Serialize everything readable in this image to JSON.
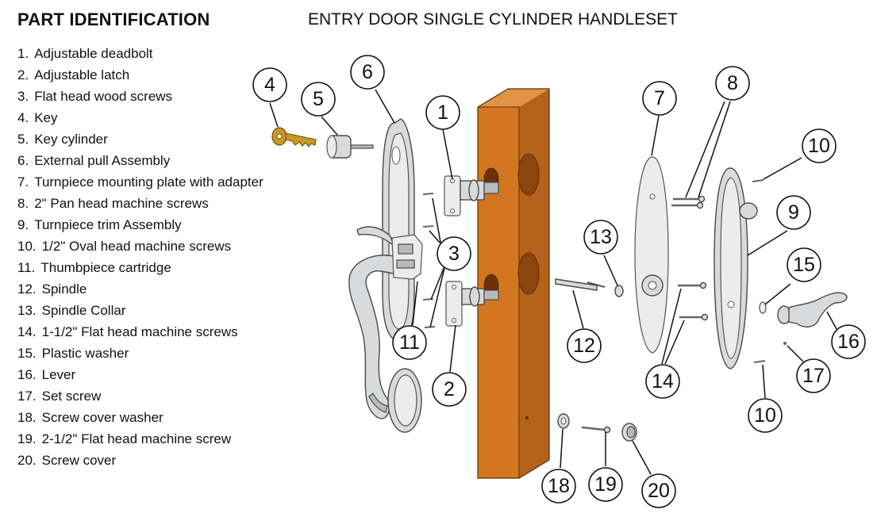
{
  "header": {
    "part_identification": "PART IDENTIFICATION",
    "diagram_title": "ENTRY DOOR SINGLE CYLINDER HANDLESET"
  },
  "colors": {
    "door_front": "#d2771f",
    "door_side": "#b5621a",
    "door_top": "#e29446",
    "key": "#c99a22",
    "metal": "#d9dadb"
  },
  "parts": [
    {
      "num": "1.",
      "label": "Adjustable deadbolt"
    },
    {
      "num": "2.",
      "label": "Adjustable latch"
    },
    {
      "num": "3.",
      "label": "Flat head wood screws"
    },
    {
      "num": "4.",
      "label": "Key"
    },
    {
      "num": "5.",
      "label": "Key cylinder"
    },
    {
      "num": "6.",
      "label": "External pull Assembly"
    },
    {
      "num": "7.",
      "label": "Turnpiece mounting plate with adapter"
    },
    {
      "num": "8.",
      "label": "2\" Pan head machine screws"
    },
    {
      "num": "9.",
      "label": "Turnpiece trim Assembly"
    },
    {
      "num": "10.",
      "label": "1/2\" Oval head machine screws"
    },
    {
      "num": "11.",
      "label": "Thumbpiece cartridge"
    },
    {
      "num": "12.",
      "label": "Spindle"
    },
    {
      "num": "13.",
      "label": "Spindle Collar"
    },
    {
      "num": "14.",
      "label": "1-1/2\" Flat head machine screws"
    },
    {
      "num": "15.",
      "label": "Plastic washer"
    },
    {
      "num": "16.",
      "label": "Lever"
    },
    {
      "num": "17.",
      "label": "Set screw"
    },
    {
      "num": "18.",
      "label": "Screw cover washer"
    },
    {
      "num": "19.",
      "label": "2-1/2\" Flat head machine screw"
    },
    {
      "num": "20.",
      "label": "Screw cover"
    }
  ],
  "callouts": [
    "1",
    "2",
    "3",
    "4",
    "5",
    "6",
    "7",
    "8",
    "9",
    "10",
    "10",
    "11",
    "12",
    "13",
    "14",
    "15",
    "16",
    "17",
    "18",
    "19",
    "20"
  ]
}
